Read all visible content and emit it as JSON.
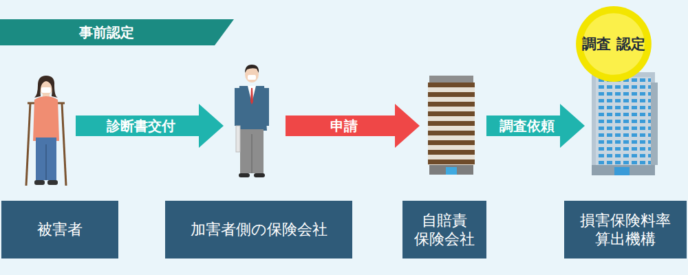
{
  "diagram": {
    "title": "事前認定",
    "nodes": [
      {
        "text": [
          "被害者"
        ]
      },
      {
        "text": [
          "加害者側の保険会社"
        ]
      },
      {
        "text": [
          "自賠責 保険会社"
        ]
      },
      {
        "text": [
          "損害保険料率 算出機構"
        ]
      },
      {
        "text": [
          "調査 認定"
        ]
      }
    ],
    "edges": [
      {
        "from": 0,
        "to": 1,
        "label": "診断書交付",
        "arrow": "to"
      },
      {
        "from": 1,
        "to": 2,
        "label": "申請",
        "arrow": "to"
      },
      {
        "from": 2,
        "to": 3,
        "label": "調査依頼",
        "arrow": "to"
      }
    ]
  }
}
